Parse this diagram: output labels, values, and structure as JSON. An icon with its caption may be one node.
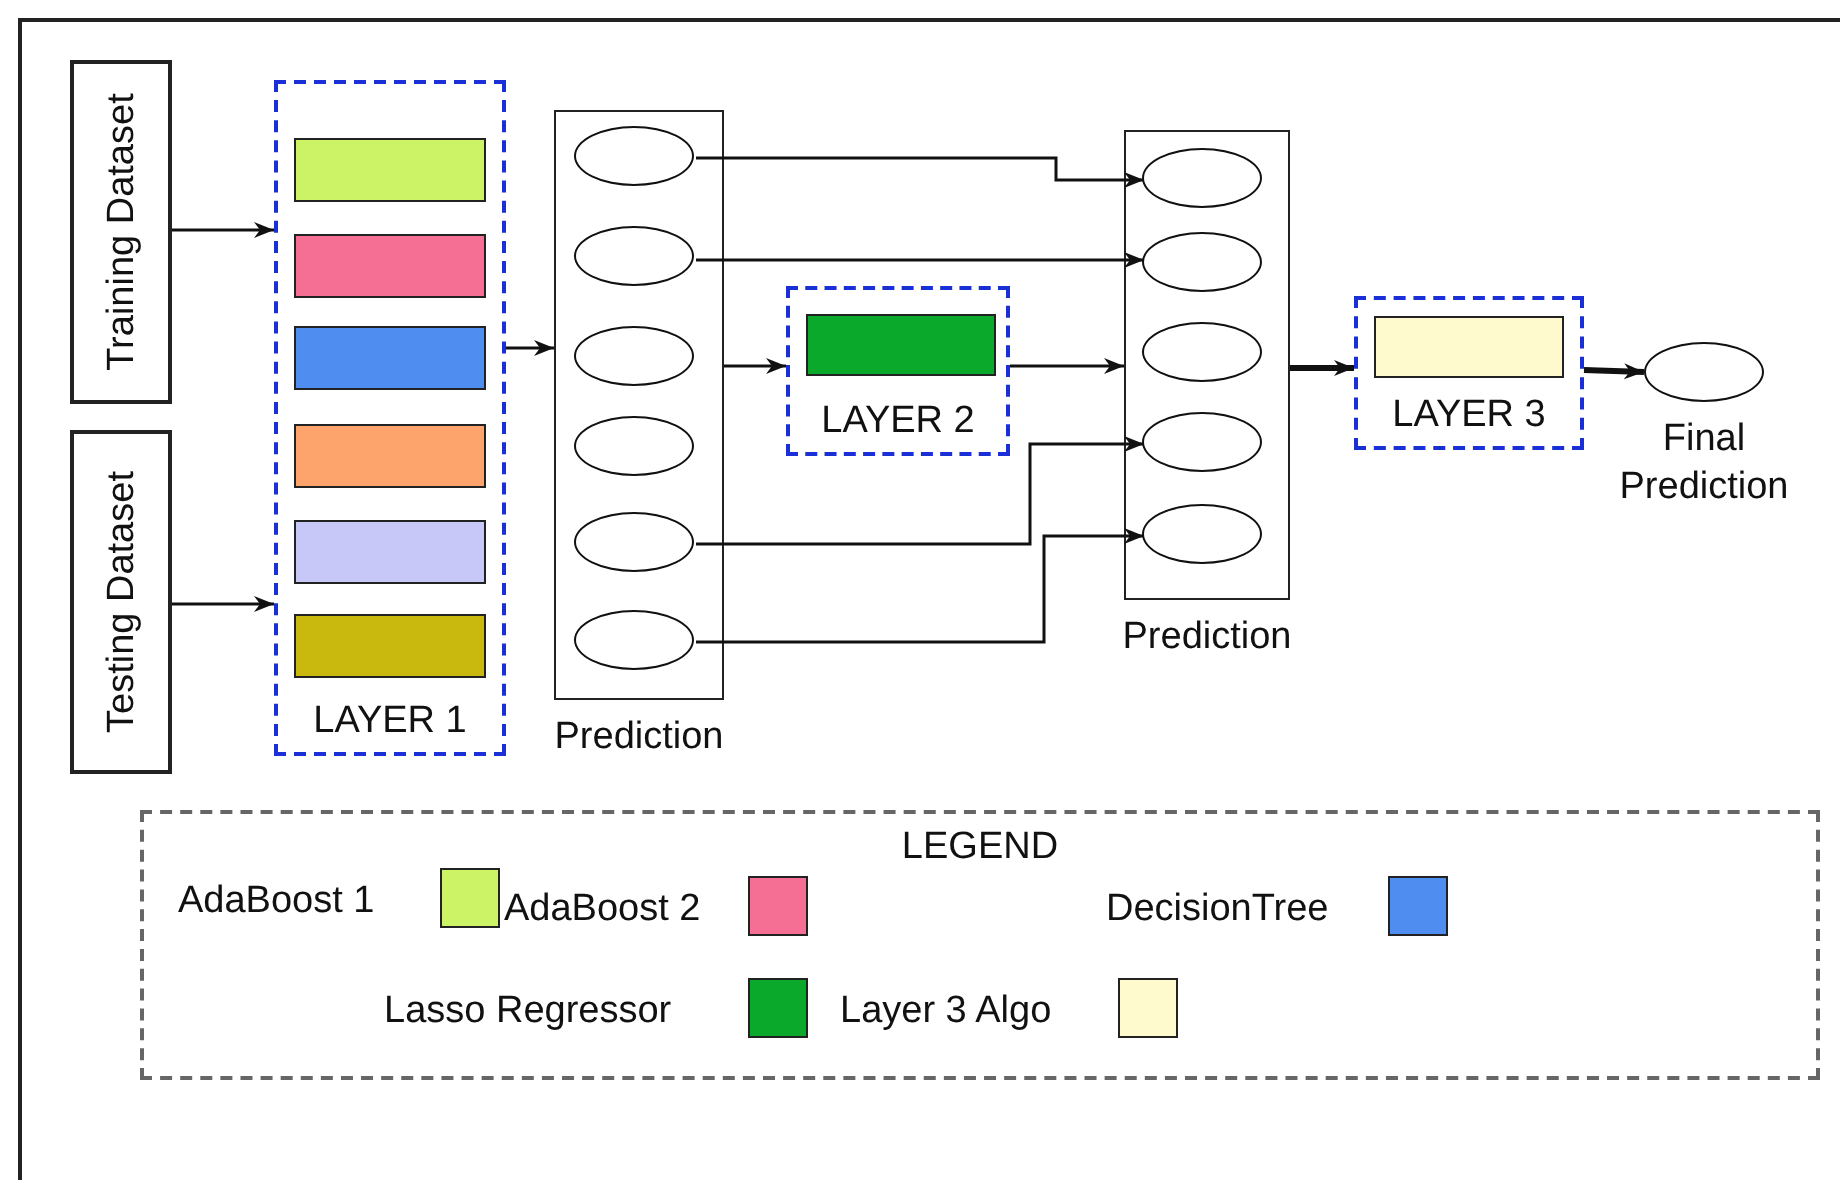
{
  "diagram": {
    "nodes": [
      {
        "text": [
          "Training Dataset"
        ]
      },
      {
        "text": [
          "Testing Dataset"
        ]
      },
      {
        "text": [
          "LAYER 1"
        ]
      },
      {
        "text": [],
        "shape": "box",
        "in": 2
      },
      {
        "text": [],
        "shape": "box",
        "in": 2
      },
      {
        "text": [],
        "shape": "box",
        "in": 2
      },
      {
        "text": [],
        "shape": "box",
        "in": 2
      },
      {
        "text": [],
        "shape": "box",
        "in": 2
      },
      {
        "text": [],
        "shape": "box",
        "in": 2
      },
      {
        "text": [
          "Prediction"
        ]
      },
      {
        "text": [],
        "shape": "ellipse",
        "in": 9
      },
      {
        "text": [],
        "shape": "ellipse",
        "in": 9
      },
      {
        "text": [],
        "shape": "ellipse",
        "in": 9
      },
      {
        "text": [],
        "shape": "ellipse",
        "in": 9
      },
      {
        "text": [],
        "shape": "ellipse",
        "in": 9
      },
      {
        "text": [],
        "shape": "ellipse",
        "in": 9
      },
      {
        "text": [
          "LAYER 2"
        ]
      },
      {
        "text": [],
        "shape": "box",
        "in": 16
      },
      {
        "text": [
          "Prediction"
        ]
      },
      {
        "text": [],
        "shape": "ellipse",
        "in": 18
      },
      {
        "text": [],
        "shape": "ellipse",
        "in": 18
      },
      {
        "text": [],
        "shape": "ellipse",
        "in": 18
      },
      {
        "text": [],
        "shape": "ellipse",
        "in": 18
      },
      {
        "text": [],
        "shape": "ellipse",
        "in": 18
      },
      {
        "text": [
          "LAYER 3"
        ]
      },
      {
        "text": [],
        "shape": "box",
        "in": 24
      },
      {
        "text": [],
        "shape": "ellipse",
        "beside": [
          "Final Prediction"
        ]
      }
    ],
    "edges": [
      {
        "from": 0,
        "to": 2,
        "arrow": "to"
      },
      {
        "from": 1,
        "to": 2,
        "arrow": "to"
      },
      {
        "from": 2,
        "to": 9,
        "arrow": "to"
      },
      {
        "from": 9,
        "to": 16,
        "arrow": "to"
      },
      {
        "from": 16,
        "to": 18,
        "arrow": "to"
      },
      {
        "from": 10,
        "to": 19,
        "arrow": "to"
      },
      {
        "from": 11,
        "to": 20,
        "arrow": "to"
      },
      {
        "from": 14,
        "to": 22,
        "arrow": "to"
      },
      {
        "from": 15,
        "to": 23,
        "arrow": "to"
      },
      {
        "from": 18,
        "to": 24,
        "arrow": "to",
        "style": "thick"
      },
      {
        "from": 24,
        "to": 26,
        "arrow": "to",
        "style": "thick"
      }
    ],
    "labels": [
      "LEGEND"
    ],
    "legend": [
      {
        "text": "AdaBoost 1",
        "color": "#ccf266"
      },
      {
        "text": "AdaBoost 2",
        "color": "#f56e94"
      },
      {
        "text": "DecisionTree",
        "color": "#4f8ef0"
      },
      {
        "text": "Lasso Regressor",
        "color": "#0aa82b"
      },
      {
        "text": "Layer 3 Algo",
        "color": "#fffacd"
      }
    ]
  }
}
